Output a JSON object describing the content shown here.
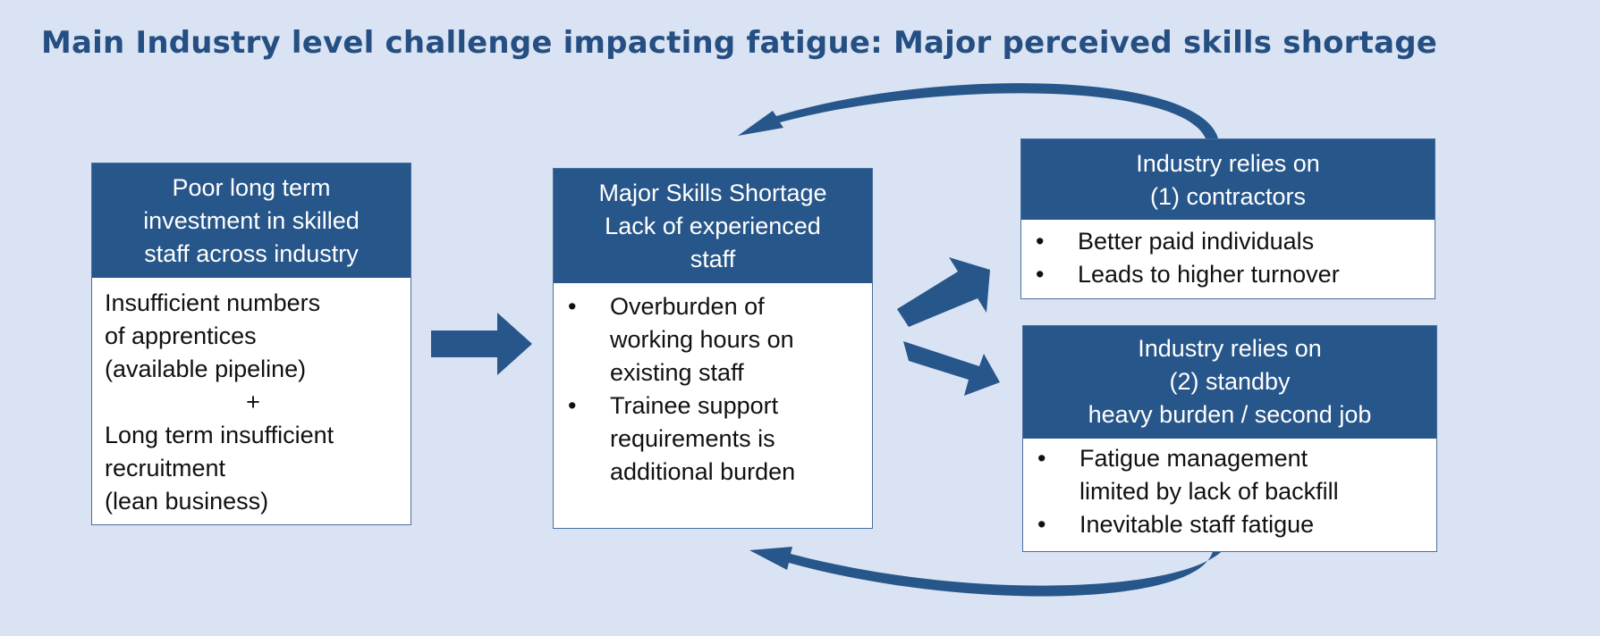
{
  "title": "Main Industry level challenge impacting fatigue: Major perceived skills shortage",
  "boxes": {
    "cause": {
      "header": [
        "Poor long term",
        "investment in skilled",
        "staff across industry"
      ],
      "body": [
        "Insufficient numbers",
        "of apprentices",
        "(available pipeline)",
        "+",
        "Long term insufficient",
        "recruitment",
        "(lean business)"
      ]
    },
    "shortage": {
      "header": [
        "Major Skills Shortage",
        "Lack of experienced",
        "staff"
      ],
      "bullets": [
        [
          "Overburden of",
          "working hours on",
          "existing staff"
        ],
        [
          "Trainee support",
          "requirements is",
          "additional burden"
        ]
      ]
    },
    "contractors": {
      "header": [
        "Industry relies on",
        "(1) contractors"
      ],
      "bullets": [
        [
          "Better paid individuals"
        ],
        [
          "Leads to higher turnover"
        ]
      ]
    },
    "standby": {
      "header": [
        "Industry relies on",
        "(2) standby",
        "heavy burden / second job"
      ],
      "bullets": [
        [
          "Fatigue management",
          "limited by lack of backfill"
        ],
        [
          "Inevitable staff fatigue"
        ]
      ]
    }
  },
  "colors": {
    "background": "#d9e3f3",
    "header": "#27568a",
    "arrow": "#27568a",
    "title": "#254f82"
  }
}
